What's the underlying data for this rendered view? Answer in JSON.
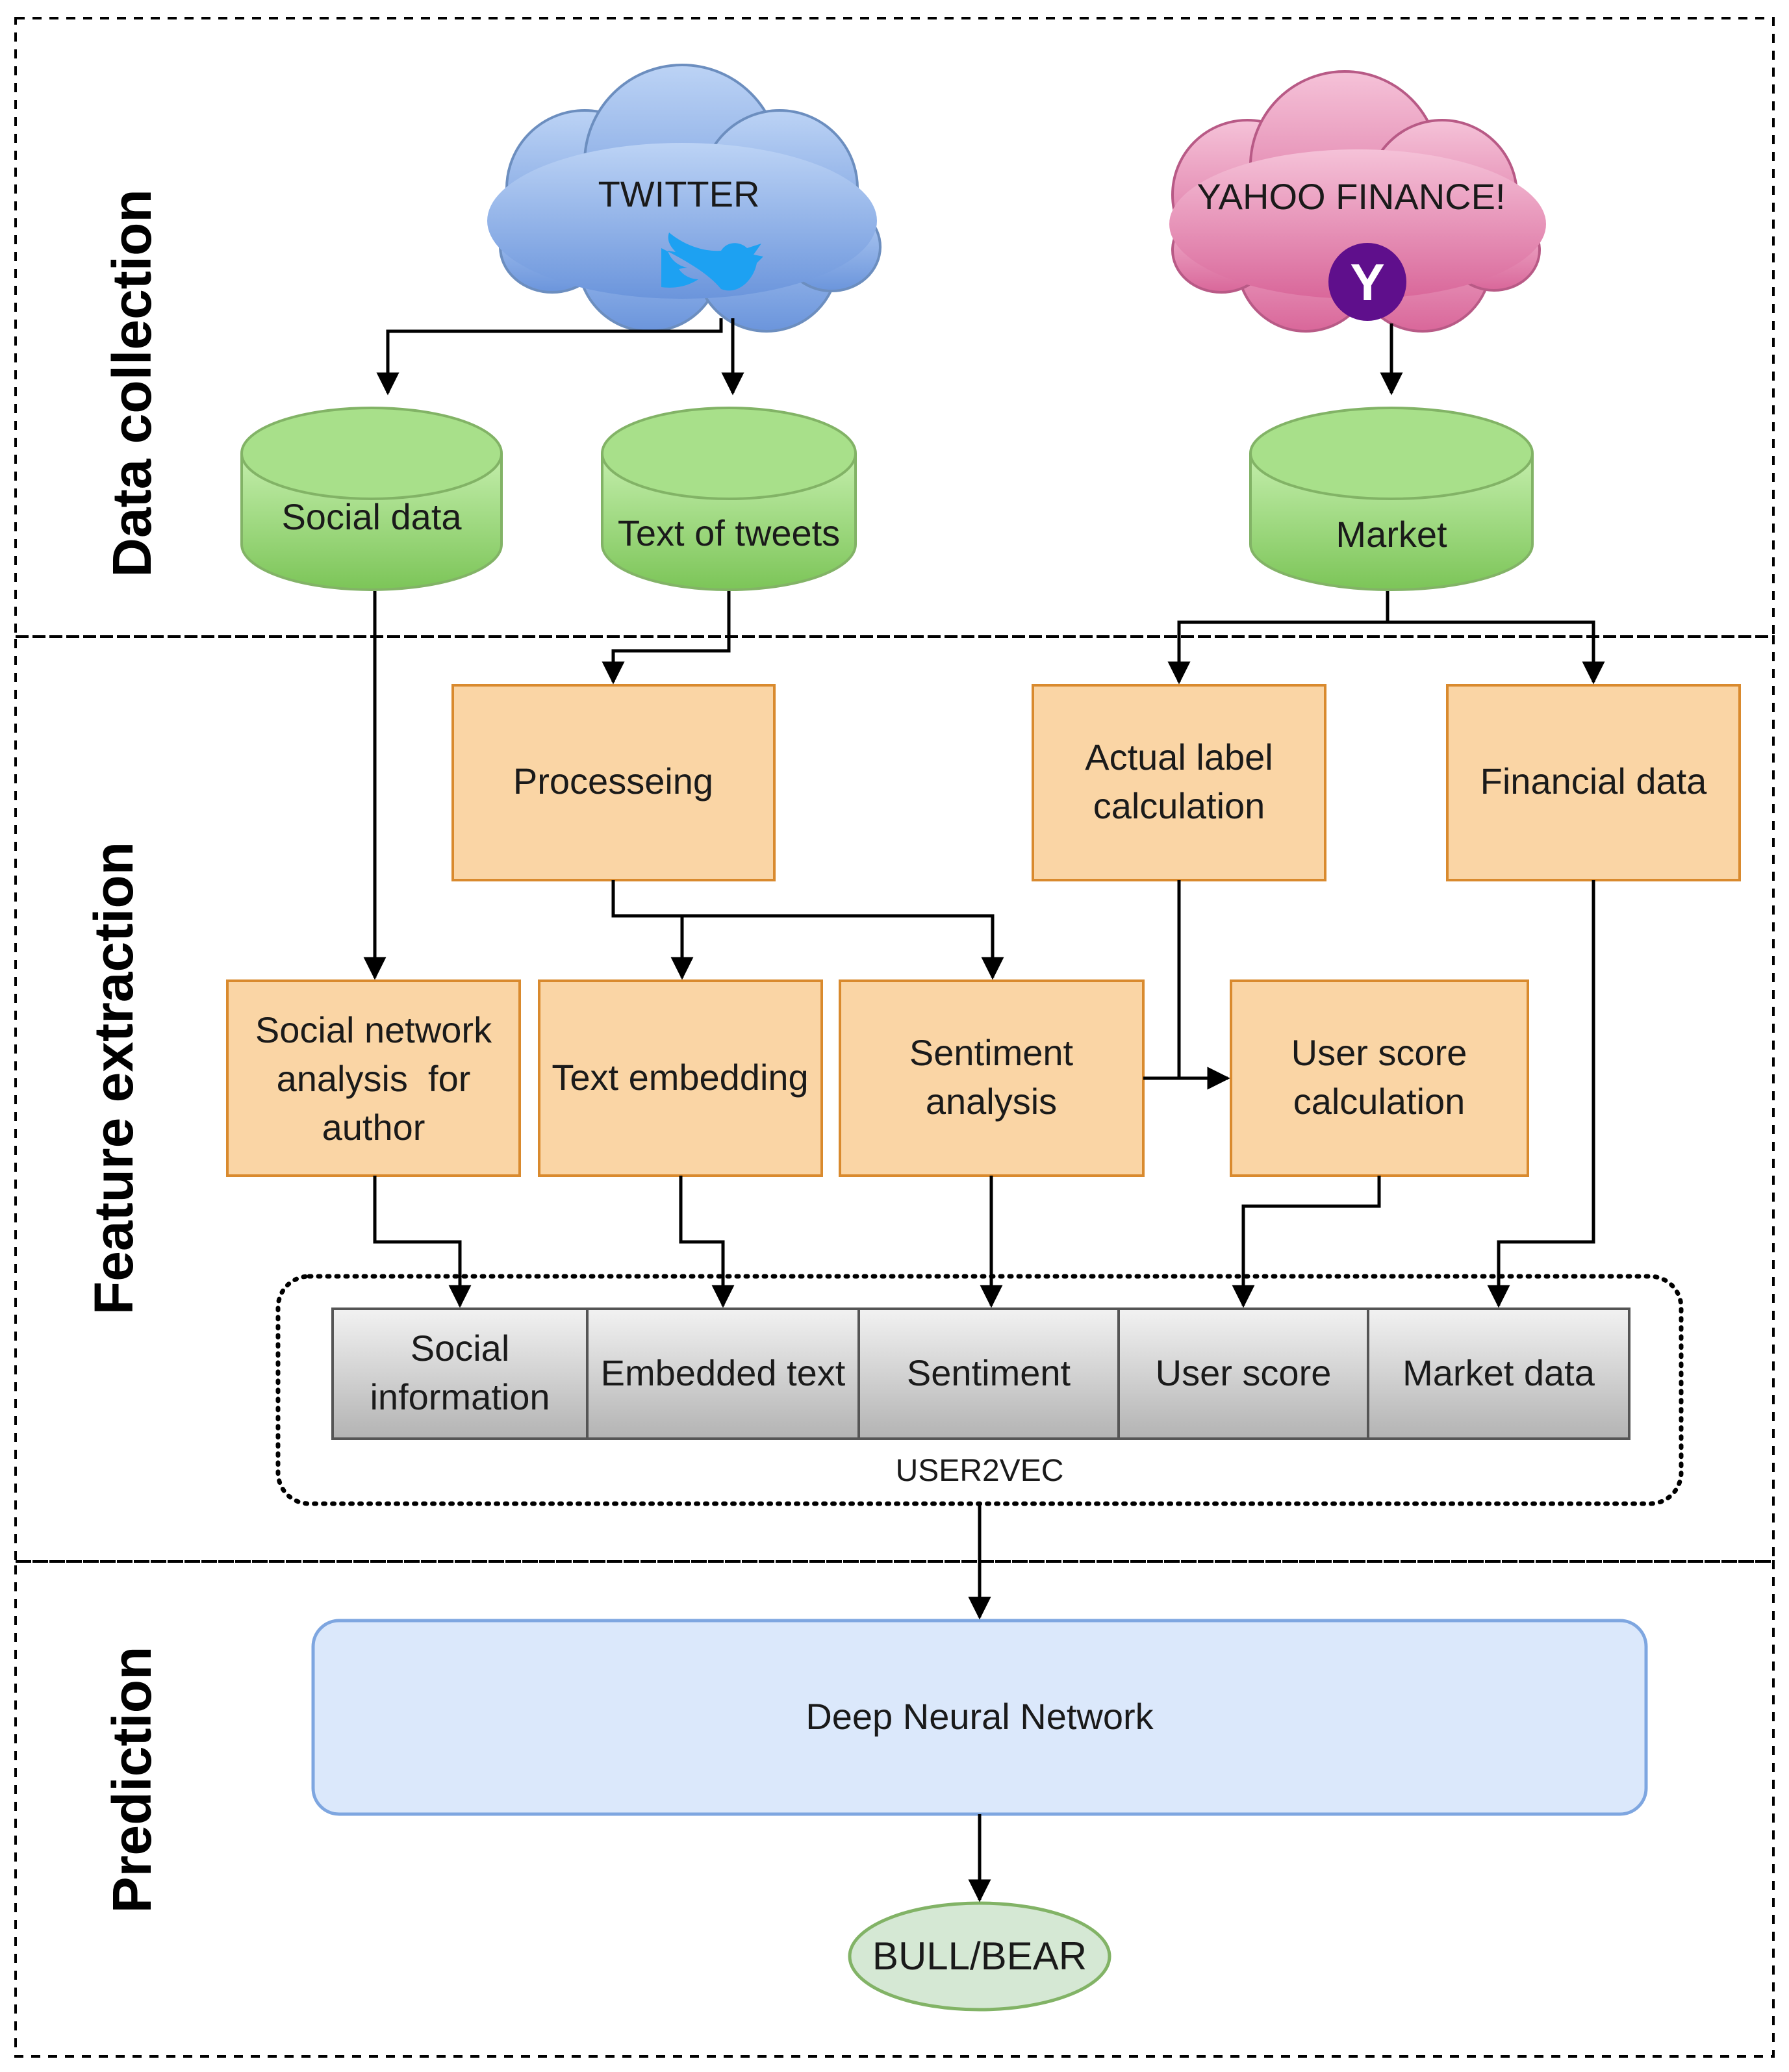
{
  "stages": {
    "data_collection": "Data collection",
    "feature_extraction": "Feature extraction",
    "prediction": "Prediction"
  },
  "sources": {
    "twitter": {
      "label": "TWITTER",
      "color": "#7ea6e0",
      "icon": "twitter-bird-icon"
    },
    "yahoo": {
      "label": "YAHOO FINANCE!",
      "color": "#e07aa6",
      "icon": "yahoo-y-icon",
      "icon_letter": "Y"
    }
  },
  "databases": {
    "social": [
      "Social data"
    ],
    "tweets": [
      "Text of tweets"
    ],
    "market": [
      "Market"
    ]
  },
  "processes": {
    "processing": [
      "Processeing"
    ],
    "actual_label": [
      "Actual label",
      "calculation"
    ],
    "financial": [
      "Financial data"
    ],
    "sna": [
      "Social network",
      "analysis  for",
      "author"
    ],
    "text_embedding": [
      "Text embedding"
    ],
    "sentiment": [
      "Sentiment",
      "analysis"
    ],
    "user_score": [
      "User score",
      "calculation"
    ]
  },
  "user2vec": {
    "label": "USER2VEC",
    "cells": {
      "social_info": [
        "Social",
        "information"
      ],
      "embedded_text": [
        "Embedded text"
      ],
      "sentiment": [
        "Sentiment"
      ],
      "user_score": [
        "User score"
      ],
      "market_data": [
        "Market data"
      ]
    }
  },
  "model": {
    "label": "Deep Neural Network"
  },
  "output": {
    "label": "BULL/BEAR"
  },
  "colors": {
    "database_fill": "#8fd16e",
    "process_fill": "#fad5a5",
    "process_stroke": "#d98a2e",
    "model_fill": "#dbe8fb",
    "model_stroke": "#7ea6e0",
    "output_fill": "#d5e8d4",
    "output_stroke": "#82b366"
  }
}
